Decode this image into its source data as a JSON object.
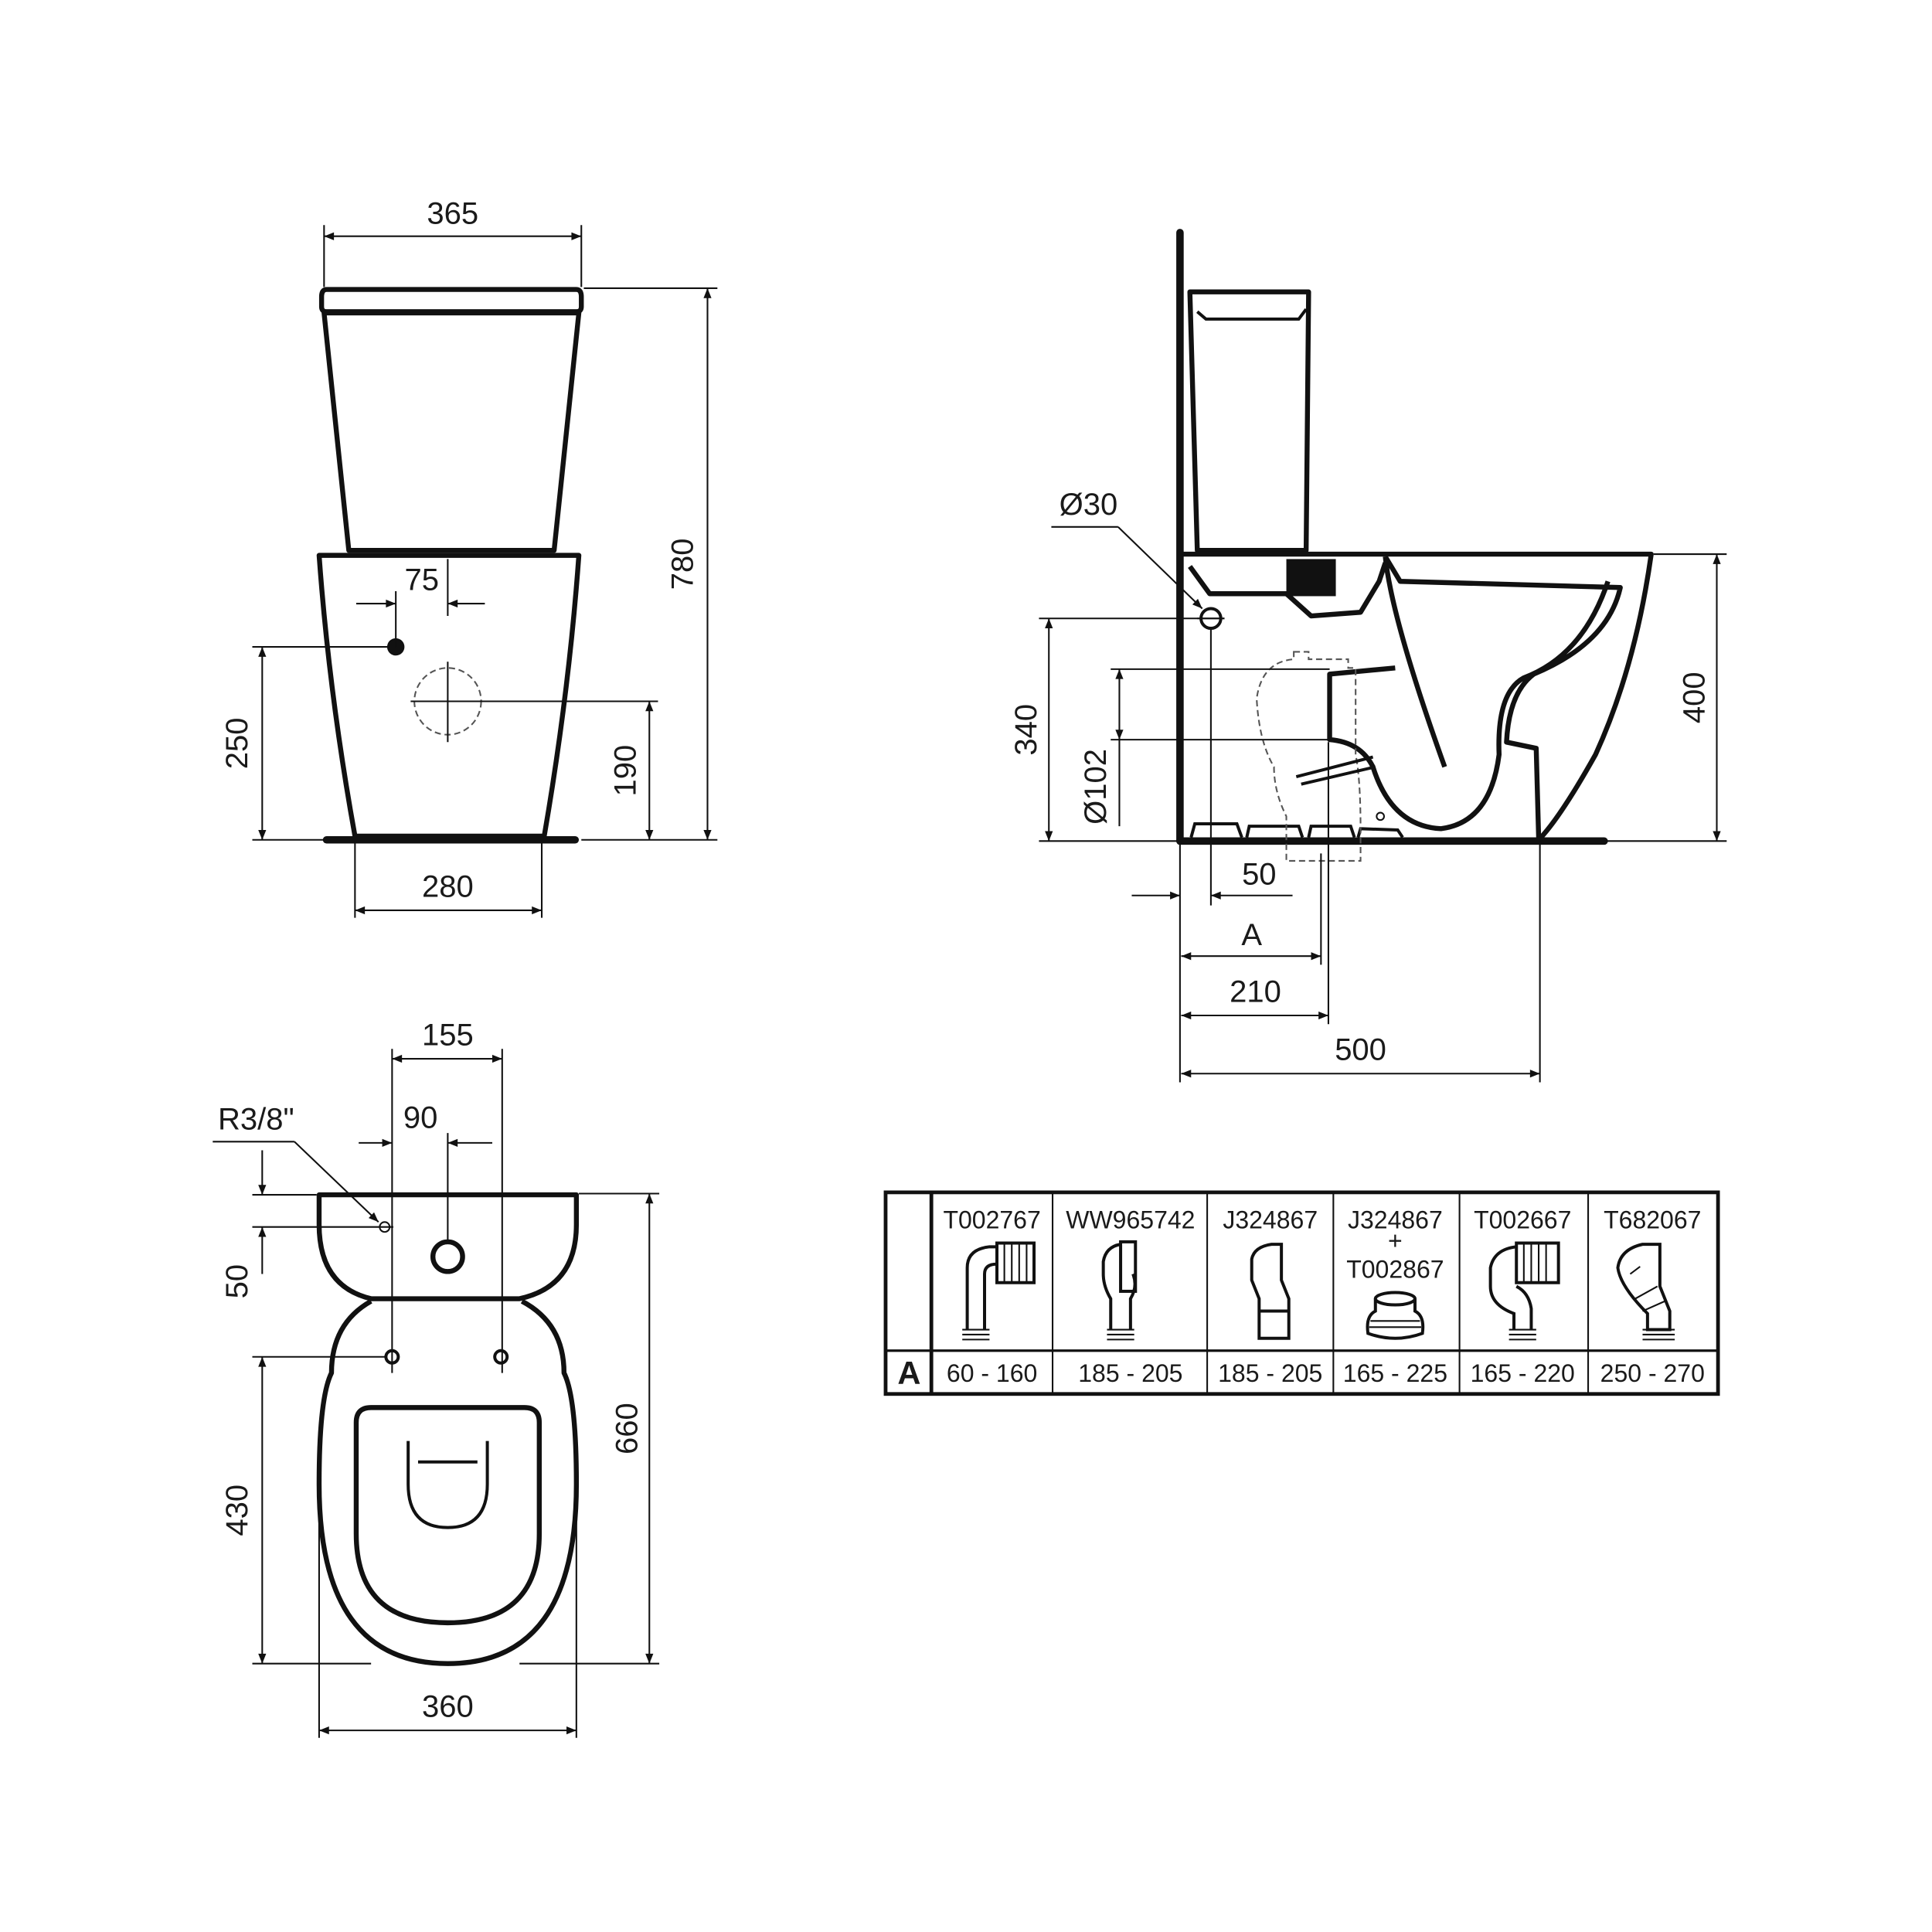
{
  "front_view": {
    "width_top": "365",
    "height_total": "780",
    "inlet_offset": "75",
    "inlet_height": "250",
    "outlet_height": "190",
    "base_width": "280"
  },
  "top_view": {
    "fixing_span": "155",
    "inlet_offset": "90",
    "thread_label": "R3/8\"",
    "inlet_depth": "50",
    "fixing_to_front": "430",
    "total_depth": "660",
    "width": "360"
  },
  "side_view": {
    "inlet_diameter": "Ø30",
    "inlet_height": "340",
    "outlet_diameter": "Ø102",
    "bowl_height": "400",
    "inlet_wall_offset": "50",
    "dim_a": "A",
    "outlet_wall_offset": "210",
    "total_depth": "500"
  },
  "fittings_table": {
    "row_label": "A",
    "columns": [
      {
        "codes": [
          "T002767"
        ],
        "range": "60 - 160"
      },
      {
        "codes": [
          "WW965742"
        ],
        "range": "185 - 205"
      },
      {
        "codes": [
          "J324867"
        ],
        "range": "185 - 205"
      },
      {
        "codes": [
          "J324867",
          "+",
          "T002867"
        ],
        "range": "165 - 225"
      },
      {
        "codes": [
          "T002667"
        ],
        "range": "165 - 220"
      },
      {
        "codes": [
          "T682067"
        ],
        "range": "250 - 270"
      }
    ]
  }
}
